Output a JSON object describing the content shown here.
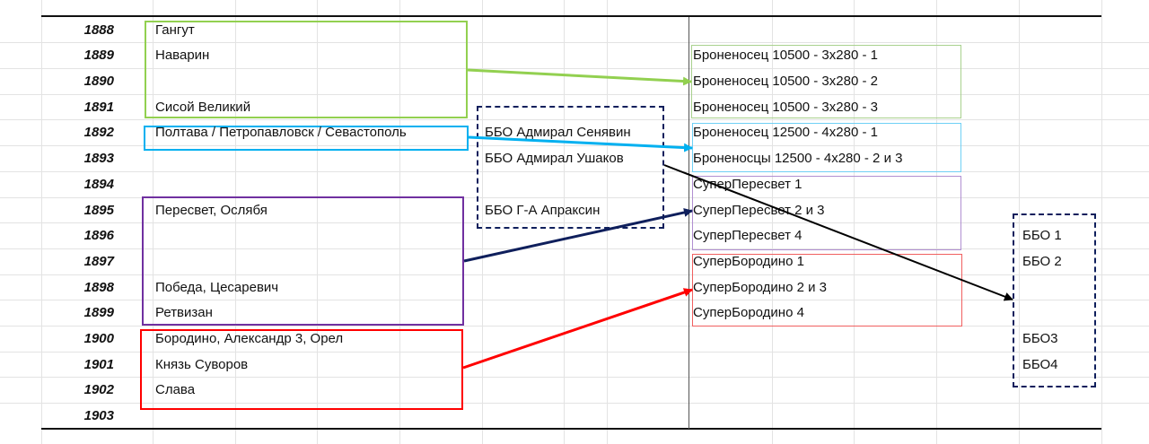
{
  "years": [
    "1888",
    "1889",
    "1890",
    "1891",
    "1892",
    "1893",
    "1894",
    "1895",
    "1896",
    "1897",
    "1898",
    "1899",
    "1900",
    "1901",
    "1902",
    "1903"
  ],
  "left_column": {
    "1888": "Гангут",
    "1889": "Наварин",
    "1891": "Сисой Великий",
    "1892": "Полтава / Петропавловск / Севастополь",
    "1895": "Пересвет, Ослябя",
    "1898": "Победа,  Цесаревич",
    "1899": "Ретвизан",
    "1900": "Бородино, Александр 3, Орел",
    "1901": "Князь Суворов",
    "1902": "Слава"
  },
  "middle_column": {
    "1892": "ББО Адмирал Сенявин",
    "1893": "ББО Адмирал Ушаков",
    "1895": "ББО Г-А Апраксин"
  },
  "right_column": {
    "1889": "Броненосец 10500 - 3х280 - 1",
    "1890": "Броненосец 10500 - 3х280 - 2",
    "1891": "Броненосец 10500 - 3х280 - 3",
    "1892": "Броненосец 12500  - 4х280 - 1",
    "1893": "Броненосцы 12500 - 4х280 - 2 и 3",
    "1894": "СуперПересвет 1",
    "1895": "СуперПересвет 2 и 3",
    "1896": "СуперПересвет 4",
    "1897": "СуперБородино 1",
    "1898": "СуперБородино 2 и 3",
    "1899": "СуперБородино 4"
  },
  "far_right_column": {
    "1896": "ББО 1",
    "1897": "ББО 2",
    "1900": "ББО3",
    "1901": "ББО4"
  },
  "colors": {
    "green": "#92d050",
    "blue": "#00b0f0",
    "purple": "#7030a0",
    "red": "#ff0000",
    "navy": "#0f1f5c",
    "black": "#000000",
    "green_light": "#a9d18e",
    "blue_light": "#6fd0f5",
    "purple_light": "#b18fd1",
    "red_light": "#f06060"
  }
}
